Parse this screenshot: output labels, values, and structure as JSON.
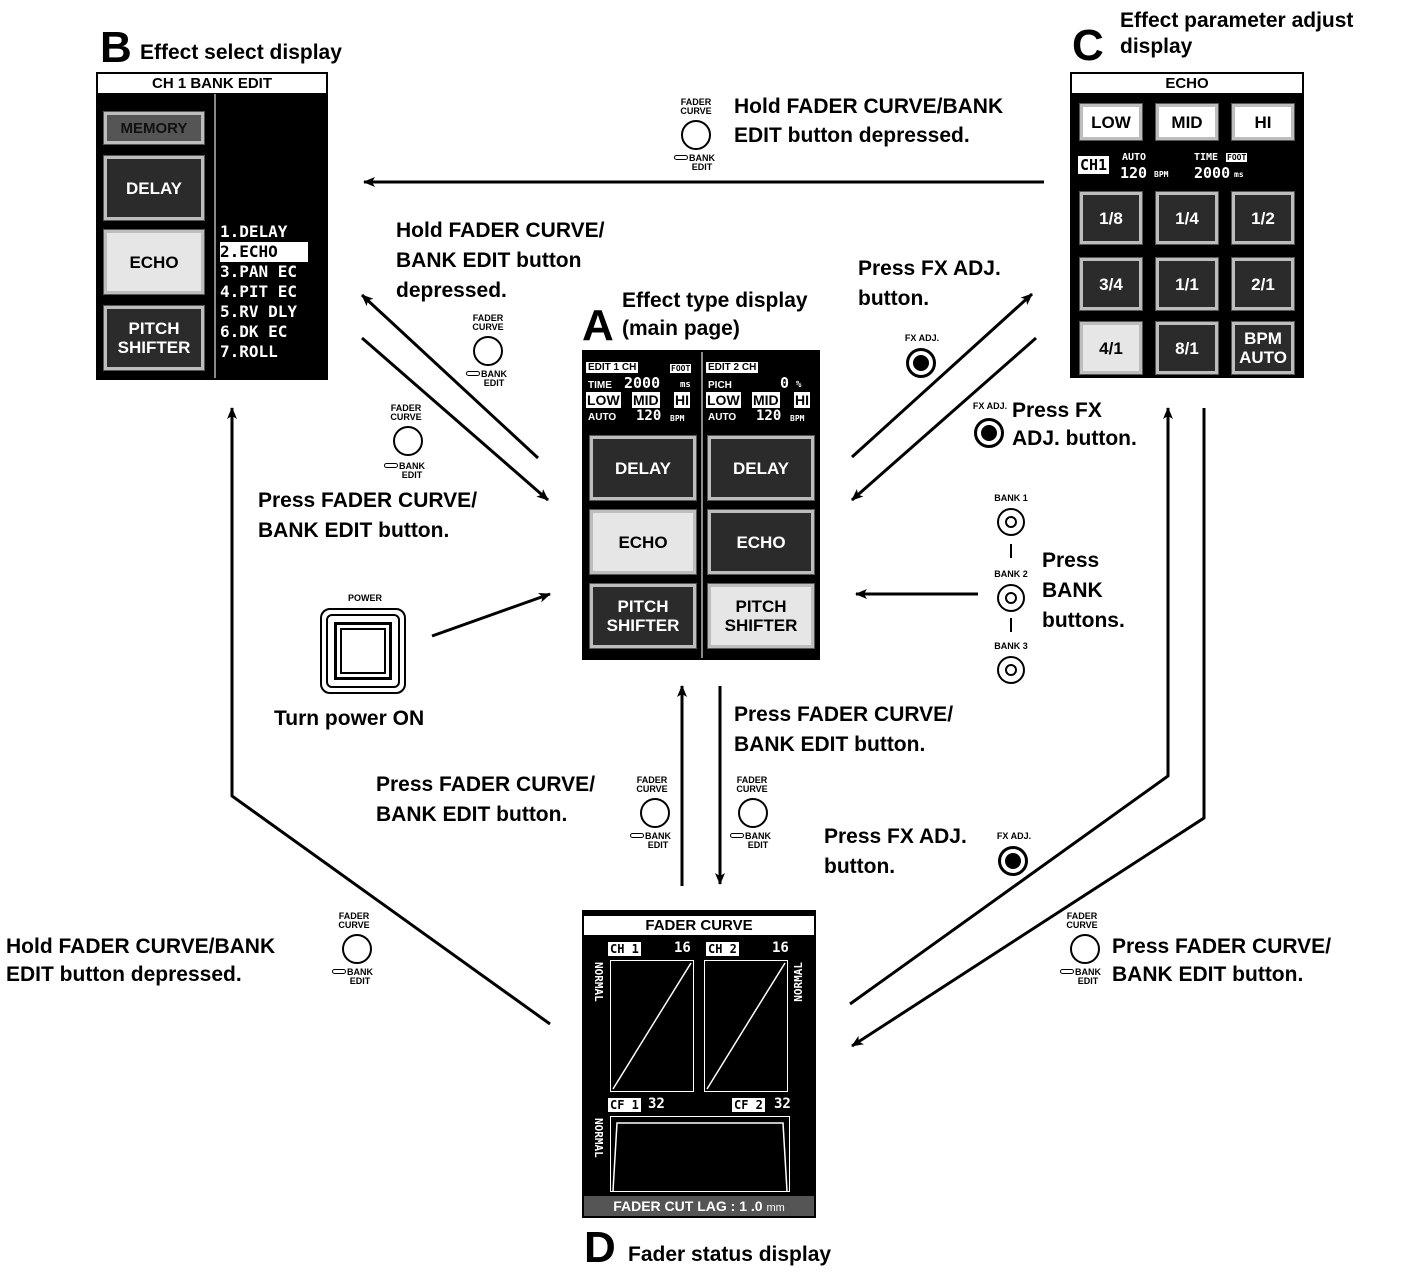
{
  "titles": {
    "a_letter": "A",
    "a_line1": "Effect type display",
    "a_line2": "(main page)",
    "b_letter": "B",
    "b_title": "Effect select display",
    "c_letter": "C",
    "c_line1": "Effect parameter adjust",
    "c_line2": "display",
    "d_letter": "D",
    "d_title": "Fader status display"
  },
  "labels": {
    "hold_fader_top_1": "Hold FADER CURVE/BANK",
    "hold_fader_top_2": "EDIT button depressed.",
    "hold_fader_mid_1": "Hold FADER CURVE/",
    "hold_fader_mid_2": "BANK EDIT button",
    "hold_fader_mid_3": "depressed.",
    "press_fader_left_1": "Press FADER CURVE/",
    "press_fader_left_2": "BANK EDIT button.",
    "press_fx_upper_1": "Press FX ADJ.",
    "press_fx_upper_2": "button.",
    "press_fx_right_1": "Press FX",
    "press_fx_right_2": "ADJ. button.",
    "press_bank_1": "Press",
    "press_bank_2": "BANK",
    "press_bank_3": "buttons.",
    "power_on": "Turn power ON",
    "press_fader_down_1": "Press FADER CURVE/",
    "press_fader_down_2": "BANK EDIT button.",
    "press_fader_up_1": "Press FADER CURVE/",
    "press_fader_up_2": "BANK EDIT button.",
    "press_fx_lower_1": "Press FX ADJ.",
    "press_fx_lower_2": "button.",
    "hold_fader_bottom_1": "Hold FADER CURVE/BANK",
    "hold_fader_bottom_2": "EDIT button depressed.",
    "press_fader_right_1": "Press FADER CURVE/",
    "press_fader_right_2": "BANK EDIT button."
  },
  "hw": {
    "fader_top": "FADER",
    "fader_bottom": "CURVE",
    "bank_top": "BANK",
    "bank_bottom": "EDIT",
    "fx_adj": "FX ADJ.",
    "power": "POWER",
    "bank1": "BANK 1",
    "bank2": "BANK 2",
    "bank3": "BANK 3"
  },
  "panel_a": {
    "ch1_head": "EDIT 1 CH",
    "ch1_foot": "FOOT",
    "ch1_param": "TIME",
    "ch1_value": "2000",
    "ch1_unit": "ms",
    "ch2_head": "EDIT 2 CH",
    "ch2_param": "PICH",
    "ch2_value": "0",
    "ch2_unit": "%",
    "low": "LOW",
    "mid": "MID",
    "hi": "HI",
    "auto": "AUTO",
    "bpm_value": "120",
    "bpm_unit": "BPM",
    "btn_delay": "DELAY",
    "btn_echo": "ECHO",
    "btn_pitch_1": "PITCH",
    "btn_pitch_2": "SHIFTER"
  },
  "panel_b": {
    "title": "CH 1  BANK  EDIT",
    "memory": "MEMORY",
    "delay": "DELAY",
    "echo": "ECHO",
    "pitch_1": "PITCH",
    "pitch_2": "SHIFTER",
    "list": [
      "1.DELAY",
      "2.ECHO",
      "3.PAN EC",
      "4.PIT EC",
      "5.RV DLY",
      "6.DK EC",
      "7.ROLL"
    ]
  },
  "panel_c": {
    "title": "ECHO",
    "low": "LOW",
    "mid": "MID",
    "hi": "HI",
    "ch": "CH1",
    "auto": "AUTO",
    "bpm_value": "120",
    "bpm_unit": "BPM",
    "time": "TIME",
    "foot": "FOOT",
    "time_value": "2000",
    "time_unit": "ms",
    "buttons": [
      "1/8",
      "1/4",
      "1/2",
      "3/4",
      "1/1",
      "2/1",
      "4/1",
      "8/1"
    ],
    "bpm_auto_1": "BPM",
    "bpm_auto_2": "AUTO"
  },
  "panel_d": {
    "title": "FADER  CURVE",
    "ch1": "CH 1",
    "ch1_value": "16",
    "ch2": "CH 2",
    "ch2_value": "16",
    "normal": "NORMAL",
    "cf1": "CF 1",
    "cf1_value": "32",
    "cf2": "CF 2",
    "cf2_value": "32",
    "footer": "FADER CUT LAG : 1 .0",
    "footer_unit": "mm"
  }
}
